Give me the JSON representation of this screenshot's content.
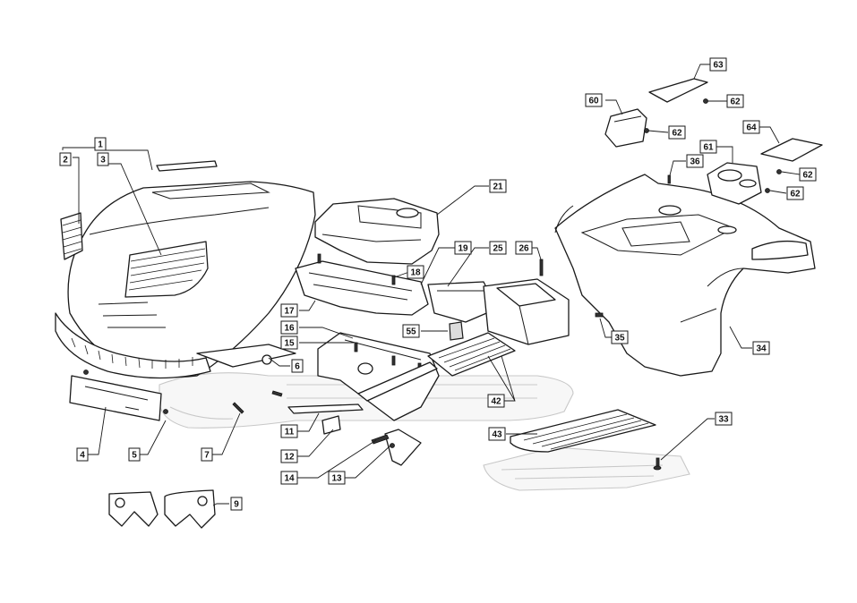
{
  "diagram": {
    "callouts": [
      {
        "id": "c1",
        "label": "1"
      },
      {
        "id": "c2",
        "label": "2"
      },
      {
        "id": "c3",
        "label": "3"
      },
      {
        "id": "c4",
        "label": "4"
      },
      {
        "id": "c5",
        "label": "5"
      },
      {
        "id": "c6",
        "label": "6"
      },
      {
        "id": "c7",
        "label": "7"
      },
      {
        "id": "c9",
        "label": "9"
      },
      {
        "id": "c11",
        "label": "11"
      },
      {
        "id": "c12",
        "label": "12"
      },
      {
        "id": "c13",
        "label": "13"
      },
      {
        "id": "c14",
        "label": "14"
      },
      {
        "id": "c15",
        "label": "15"
      },
      {
        "id": "c16",
        "label": "16"
      },
      {
        "id": "c17",
        "label": "17"
      },
      {
        "id": "c18",
        "label": "18"
      },
      {
        "id": "c19",
        "label": "19"
      },
      {
        "id": "c21",
        "label": "21"
      },
      {
        "id": "c25",
        "label": "25"
      },
      {
        "id": "c26",
        "label": "26"
      },
      {
        "id": "c33",
        "label": "33"
      },
      {
        "id": "c34",
        "label": "34"
      },
      {
        "id": "c35",
        "label": "35"
      },
      {
        "id": "c36",
        "label": "36"
      },
      {
        "id": "c42",
        "label": "42"
      },
      {
        "id": "c43",
        "label": "43"
      },
      {
        "id": "c55",
        "label": "55"
      },
      {
        "id": "c60",
        "label": "60"
      },
      {
        "id": "c61",
        "label": "61"
      },
      {
        "id": "c62a",
        "label": "62"
      },
      {
        "id": "c62b",
        "label": "62"
      },
      {
        "id": "c62c",
        "label": "62"
      },
      {
        "id": "c62d",
        "label": "62"
      },
      {
        "id": "c63",
        "label": "63"
      },
      {
        "id": "c64",
        "label": "64"
      }
    ]
  }
}
